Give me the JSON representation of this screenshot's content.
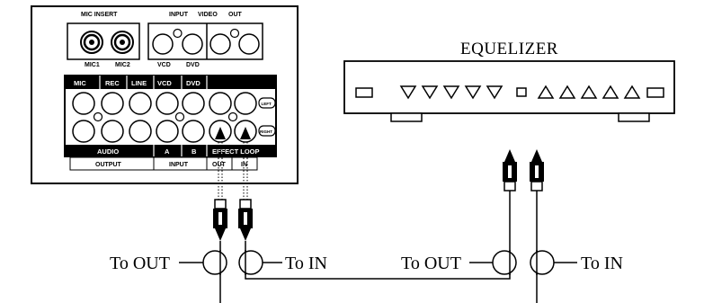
{
  "panel": {
    "mic_insert": "MIC INSERT",
    "input": "INPUT",
    "video": "VIDEO",
    "out": "OUT",
    "mic1": "MIC1",
    "mic2": "MIC2",
    "vcd": "VCD",
    "dvd": "DVD",
    "row_headers": [
      "MIC",
      "REC",
      "LINE",
      "VCD",
      "DVD"
    ],
    "left": "LEFT",
    "right": "RIGHT",
    "audio": "AUDIO",
    "a": "A",
    "b": "B",
    "effect_loop": "EFFECT LOOP",
    "output": "OUTPUT",
    "input_bottom": "INPUT",
    "loop_out": "OUT",
    "loop_in": "IN"
  },
  "equalizer": {
    "title": "EQUELIZER"
  },
  "labels": {
    "to_out_1": "To OUT",
    "to_in_1": "To IN",
    "to_out_2": "To OUT",
    "to_in_2": "To IN"
  }
}
